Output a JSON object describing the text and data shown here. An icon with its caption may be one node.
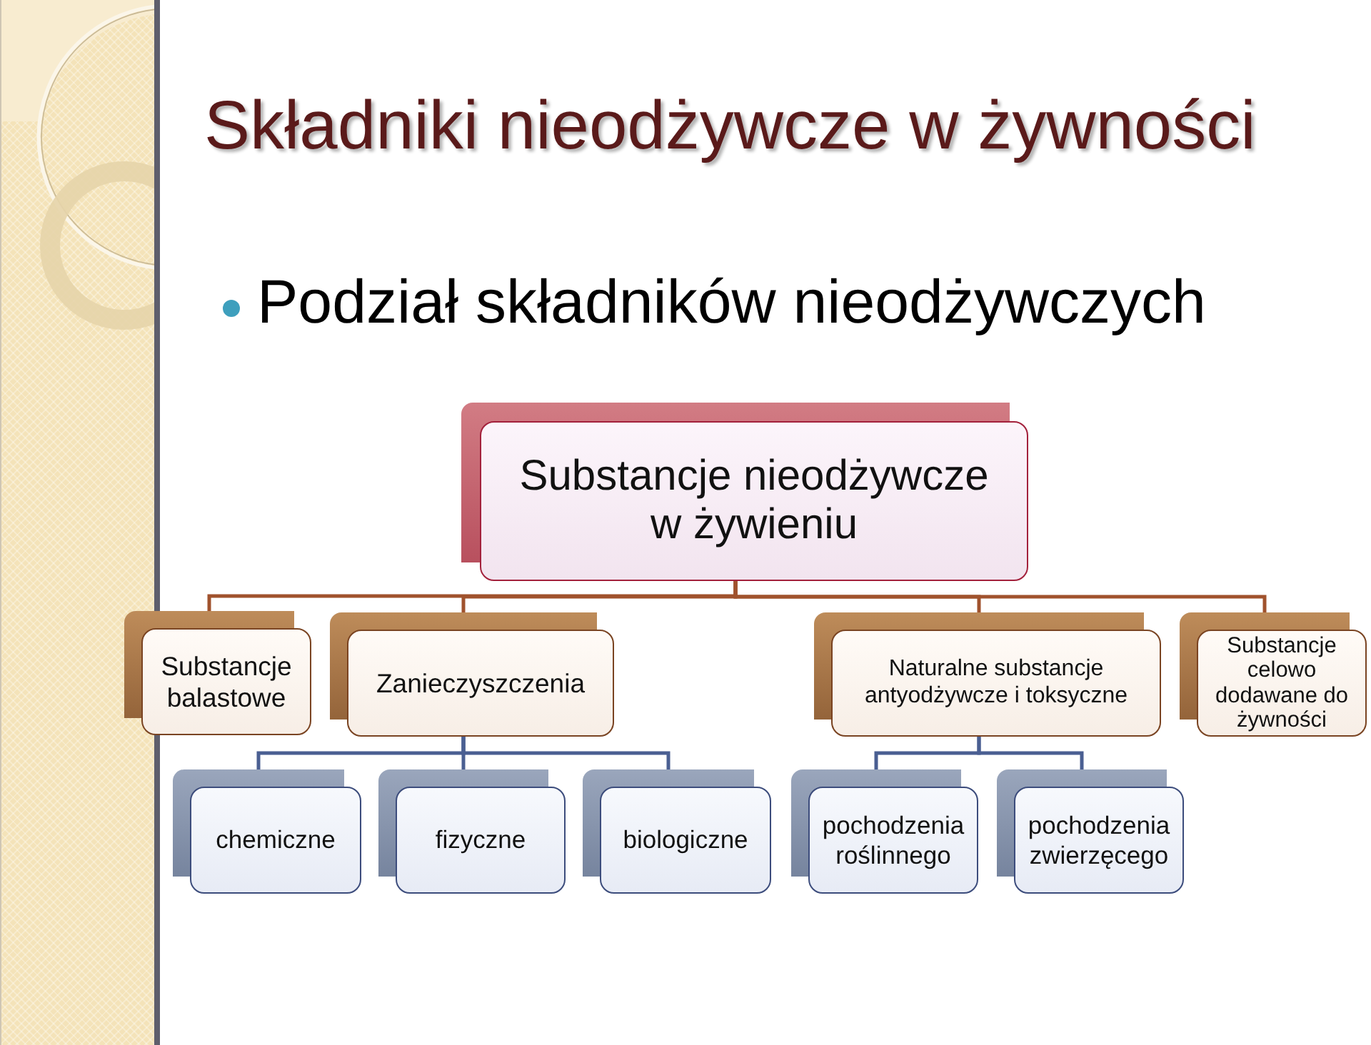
{
  "diagram": {
    "title": "Składniki nieodżywcze w żywności",
    "nodes": [
      {
        "text": [
          "Substancje nieodżywcze w żywieniu"
        ]
      },
      {
        "text": [
          "Substancje balastowe"
        ]
      },
      {
        "text": [
          "Zanieczyszczenia"
        ]
      },
      {
        "text": [
          "Naturalne substancje antyodżywcze i toksyczne"
        ]
      },
      {
        "text": [
          "Substancje celowo dodawane do żywności"
        ]
      },
      {
        "text": [
          "chemiczne"
        ]
      },
      {
        "text": [
          "fizyczne"
        ]
      },
      {
        "text": [
          "biologiczne"
        ]
      },
      {
        "text": [
          "pochodzenia roślinnego"
        ]
      },
      {
        "text": [
          "pochodzenia zwierzęcego"
        ]
      }
    ],
    "edges": [
      {
        "from": 0,
        "to": 1,
        "arrow": "none",
        "color": "#a0522d"
      },
      {
        "from": 0,
        "to": 2,
        "arrow": "none",
        "color": "#a0522d"
      },
      {
        "from": 0,
        "to": 3,
        "arrow": "none",
        "color": "#a0522d"
      },
      {
        "from": 0,
        "to": 4,
        "arrow": "none",
        "color": "#a0522d"
      },
      {
        "from": 2,
        "to": 5,
        "arrow": "none"
      },
      {
        "from": 2,
        "to": 6,
        "arrow": "none"
      },
      {
        "from": 2,
        "to": 7,
        "arrow": "none"
      },
      {
        "from": 3,
        "to": 8,
        "arrow": "none"
      },
      {
        "from": 3,
        "to": 9,
        "arrow": "none"
      }
    ],
    "labels": [
      "Podział składników nieodżywczych"
    ]
  }
}
